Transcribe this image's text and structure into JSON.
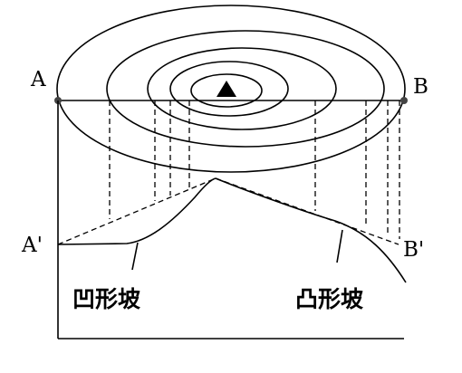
{
  "labels": {
    "point_a": "A",
    "point_b": "B",
    "point_a_prime": "A'",
    "point_b_prime": "B'",
    "concave_slope": "凹形坡",
    "convex_slope": "凸形坡"
  },
  "icons": {
    "summit": "triangle-summit-icon",
    "endpoint_a": "dot-icon",
    "endpoint_b": "dot-icon"
  },
  "colors": {
    "ink": "#000000",
    "background": "#ffffff"
  }
}
